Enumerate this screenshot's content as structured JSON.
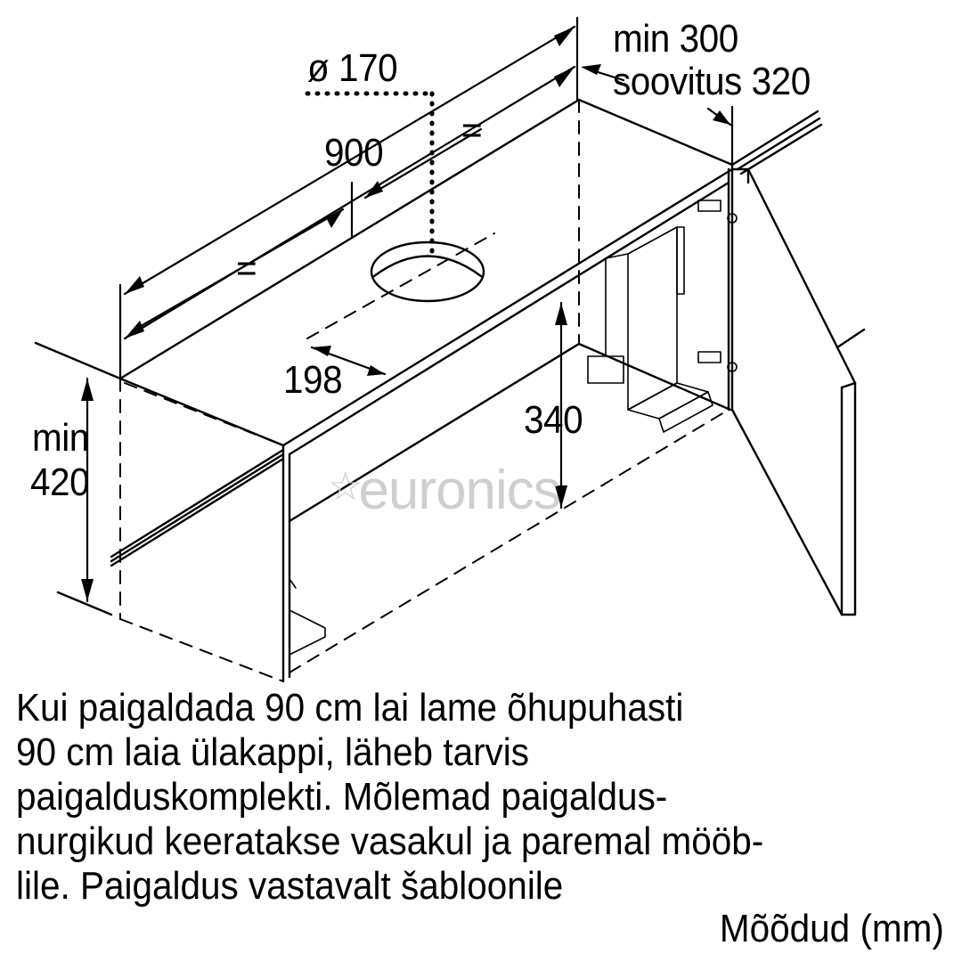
{
  "diagram": {
    "title": "Installation diagram – flat cooker hood in 90 cm wall cabinet",
    "dimensions": {
      "duct_diameter": "ø 170",
      "width": "900",
      "equal_left": "=",
      "equal_right": "=",
      "depth_offset": "198",
      "cabinet_height_min_label": "min",
      "cabinet_height_min_value": "420",
      "inner_height": "340",
      "side_min": "min 300",
      "side_recommended": "soovitus 320"
    },
    "watermark": "euronics",
    "watermark_icon": "star-icon"
  },
  "caption": {
    "lines": [
      "Kui paigaldada 90 cm lai lame õhupuhasti",
      "90 cm laia ülakappi, läheb tarvis",
      "paigalduskomplekti. Mõlemad paigaldus-",
      "nurgikud keeratakse vasakul ja paremal mööb-",
      "lile. Paigaldus vastavalt šabloonile"
    ],
    "units": "Mõõdud (mm)"
  }
}
